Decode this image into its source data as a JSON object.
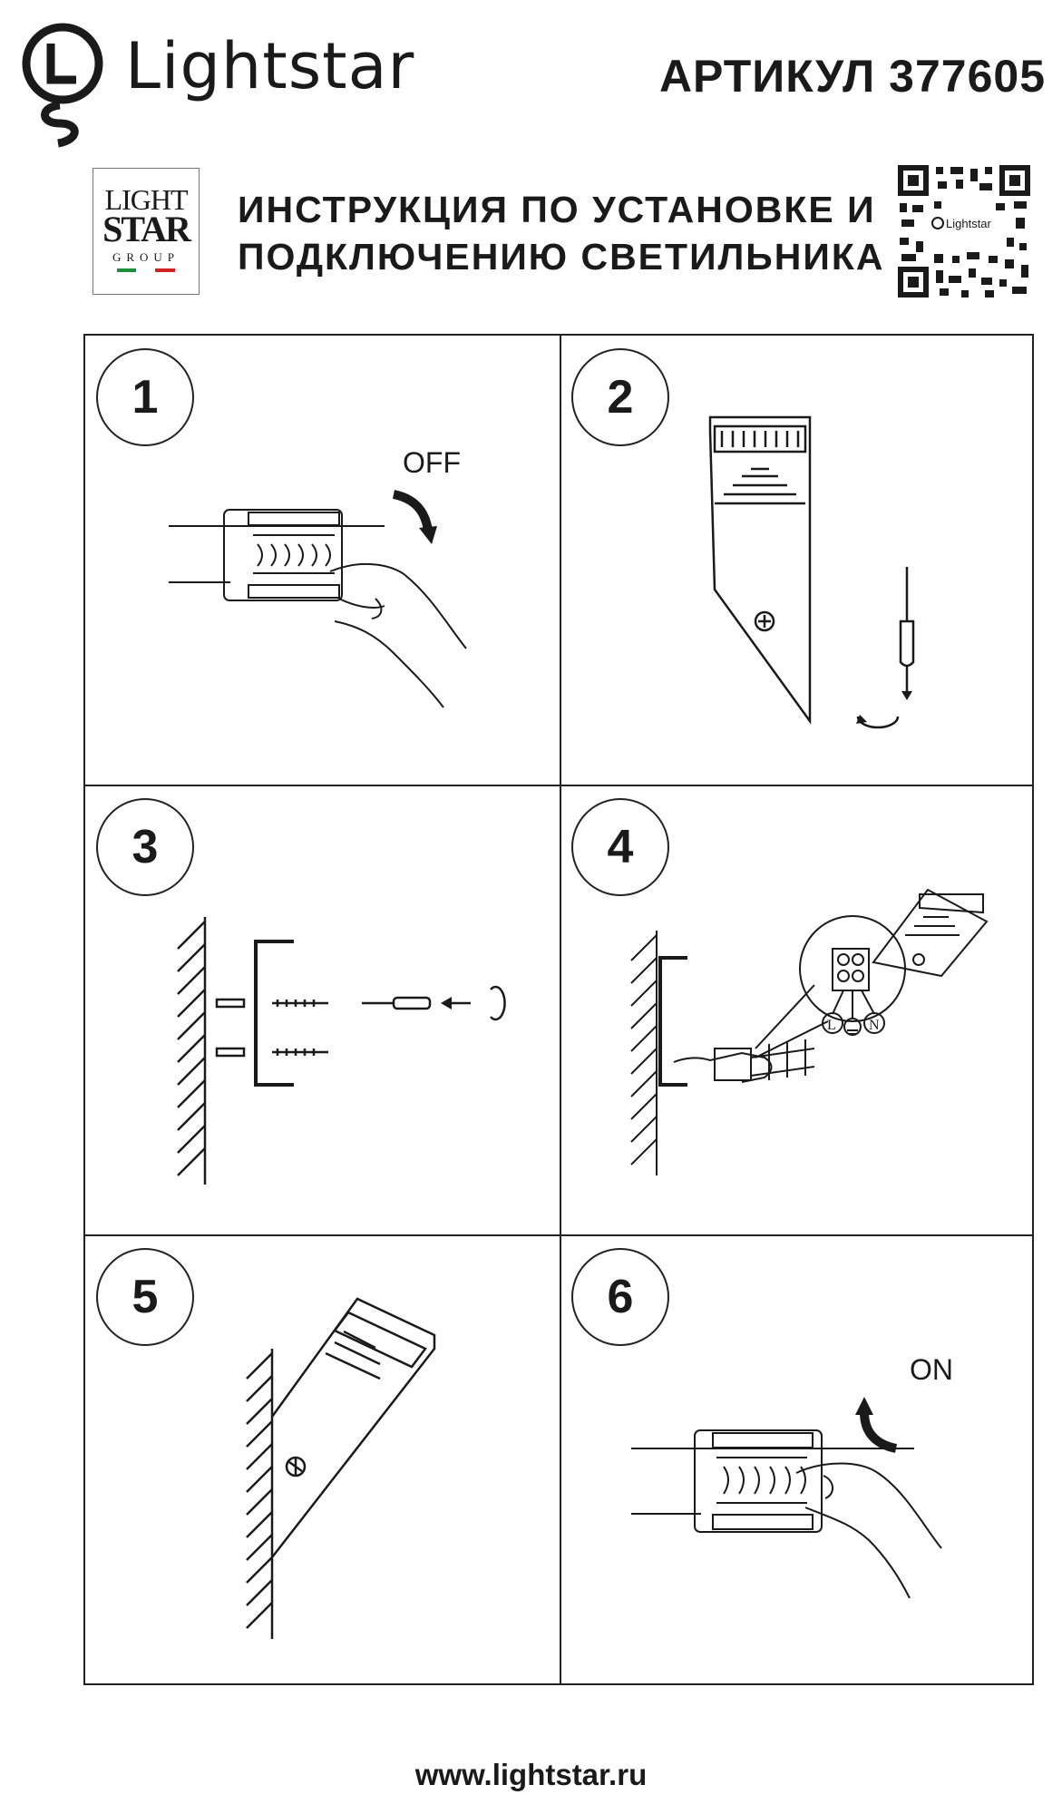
{
  "header": {
    "brand": "Lightstar",
    "article": "АРТИКУЛ 377605",
    "group_logo": {
      "line1": "LIGHT",
      "line2": "STAR",
      "line3": "GROUP"
    },
    "title_line1": "ИНСТРУКЦИЯ ПО УСТАНОВКЕ И",
    "title_line2": "ПОДКЛЮЧЕНИЮ СВЕТИЛЬНИКА",
    "qr_label": "Lightstar"
  },
  "steps": [
    {
      "number": "1",
      "label": "OFF"
    },
    {
      "number": "2"
    },
    {
      "number": "3"
    },
    {
      "number": "4",
      "wire_labels": [
        "L",
        "N"
      ]
    },
    {
      "number": "5"
    },
    {
      "number": "6",
      "label": "ON"
    }
  ],
  "footer": {
    "url": "www.lightstar.ru"
  },
  "colors": {
    "ink": "#1a1a1a",
    "flag_green": "#1a8f3c",
    "flag_red": "#d02020"
  }
}
